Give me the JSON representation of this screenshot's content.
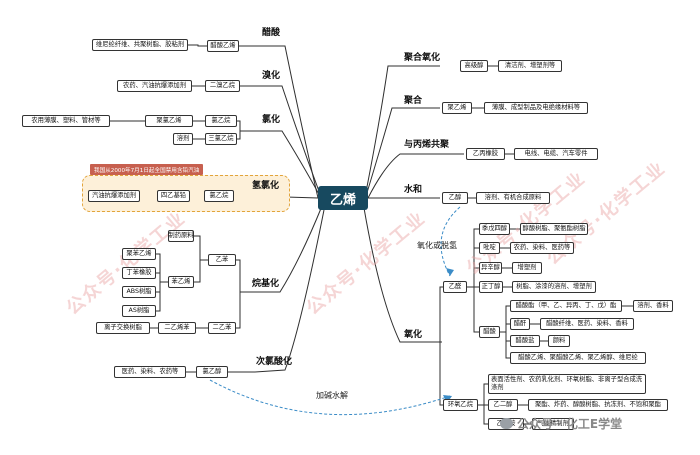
{
  "central": "乙烯",
  "note": "我国从2000年7月1日起全国禁用含铅汽油",
  "left_branches": {
    "acetic_acid": {
      "label": "醋酸",
      "node": "醋酸乙烯",
      "use": "维尼纶纤维、共聚树脂、胶粘剂"
    },
    "bromination": {
      "label": "溴化",
      "node": "二溴乙烷",
      "use": "农药、汽油抗爆添加剂"
    },
    "chlorination": {
      "label": "氯化",
      "node1": "氯乙烷",
      "node2": "三氯乙烷",
      "pvc": "聚氯乙烯",
      "pvc_use": "农用薄膜、塑料、管材等",
      "node2_use": "溶剂"
    },
    "hydrochlorination": {
      "label": "氢氯化",
      "node": "氯乙烷",
      "mid": "四乙基铅",
      "use": "汽油抗爆添加剂"
    },
    "alkylation": {
      "label": "烷基化",
      "ethylbenzene": "乙苯",
      "styrene": "苯乙烯",
      "styrene_raw": "制药原料",
      "styrene_uses": [
        "聚苯乙烯",
        "丁苯橡胶",
        "ABS树脂",
        "AS树脂"
      ],
      "diethylbenzene": "二乙苯",
      "divinylbenzene": "二乙烯苯",
      "dvb_use": "离子交换树脂"
    },
    "hypochlorination": {
      "label": "次氯酸化",
      "node": "氯乙醇",
      "use": "医药、染料、农药等"
    }
  },
  "right_branches": {
    "copolymerization": {
      "label": "聚合氧化",
      "node": "高级醇",
      "use": "清洁剂、增塑剂等"
    },
    "polymerization": {
      "label": "聚合",
      "node": "聚乙烯",
      "use": "薄膜、成型制品及电绝缘材料等"
    },
    "propylene_copolymer": {
      "label": "与丙烯共聚",
      "node": "乙丙橡胶",
      "use": "电线、电缆、汽车零件"
    },
    "hydration": {
      "label": "水和",
      "node": "乙醇",
      "use": "溶剂、有机合成原料"
    },
    "oxidation": {
      "label": "氧化",
      "acetaldehyde": "乙醛",
      "pentaerythritol": "季戊四醇",
      "pentaerythritol_use": "醇酸树脂、聚氨酯树脂",
      "pyridine": "吡啶",
      "pyridine_use": "农药、染料、医药等",
      "octanol": "异辛醇",
      "octanol_use": "增塑剂",
      "butanol": "正丁醇",
      "butanol_use": "树脂、涂漆的溶剂、增塑剂",
      "acetic_acid": "醋酸",
      "esters": "醋酸酯（甲、乙、异丙、丁、戊）酯",
      "esters_use": "溶剂、香料",
      "anhydride": "醋酐",
      "anhydride_use": "醋酸纤维、医药、染料、香料",
      "acetate_salt": "醋酸盐",
      "acetate_salt_use": "颜料",
      "polymers": "醋酸乙烯、聚醋酸乙烯、聚乙烯醇、维尼纶",
      "ethylene_oxide": "环氧乙烷",
      "eo_use": "表面活性剂、农药乳化剂、环氧树脂、非离子型合成洗涤剂",
      "glycol": "乙二醇",
      "glycol_use": "聚酯、炸药、醇酸树脂、抗冻剂、不饱和聚酯",
      "ethanolamine": "乙醇胺",
      "ethanolamine_use": "气体精制剂"
    }
  },
  "annotations": {
    "oxidation_dehydrogenation": "氧化或脱氢",
    "alkaline_hydrolysis": "加碱水解"
  },
  "watermarks": [
    "公众号·化学工业",
    "公众号·化学工业",
    "公众号·化学工业",
    "公众号·化学工业"
  ],
  "footer": "公众号 · 化工E学堂"
}
